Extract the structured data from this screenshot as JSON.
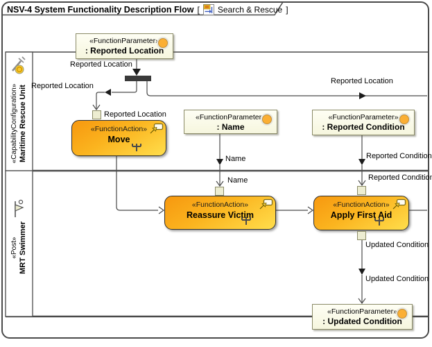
{
  "frame": {
    "title": "NSV-4 System Functionality Description Flow",
    "bracket_open": "[",
    "context": "Search & Rescue",
    "bracket_close": "]"
  },
  "lanes": [
    {
      "stereotype": "«CapabilityConfiguration»",
      "name": "Maritime Rescue Unit",
      "icon": "wrench-coin-icon"
    },
    {
      "stereotype": "«Post»",
      "name": "MRT Swimmer",
      "icon": "post-flag-icon"
    }
  ],
  "parameters": [
    {
      "stereotype": "«FunctionParameter»",
      "name": ": Reported Location"
    },
    {
      "stereotype": "«FunctionParameter»",
      "name": ": Name"
    },
    {
      "stereotype": "«FunctionParameter»",
      "name": ": Reported Condition"
    },
    {
      "stereotype": "«FunctionParameter»",
      "name": ": Updated Condition"
    }
  ],
  "actions": [
    {
      "stereotype": "«FunctionAction»",
      "name": "Move"
    },
    {
      "stereotype": "«FunctionAction»",
      "name": "Reassure Victim"
    },
    {
      "stereotype": "«FunctionAction»",
      "name": "Apply First Aid"
    }
  ],
  "flow_labels": {
    "fork_in": "Reported Location",
    "fork_left": "Reported Location",
    "move_pin": "Reported Location",
    "fork_right": "Reported Location",
    "name_upper": "Name",
    "name_lower": "Name",
    "reported_condition_upper": "Reported Condition",
    "reported_condition_lower": "Reported Condition",
    "updated_condition_upper": "Updated Condition",
    "updated_condition_lower": "Updated Condition"
  },
  "colors": {
    "action_gradient_start": "#F7980F",
    "action_gradient_end": "#FFDE4C",
    "parameter_background": "#F6F6DE",
    "pin_background": "#EDEDD1",
    "coin_fill": "#FBAF34",
    "line": "#4A4A4A",
    "fork_bar": "#3A3A3A"
  }
}
